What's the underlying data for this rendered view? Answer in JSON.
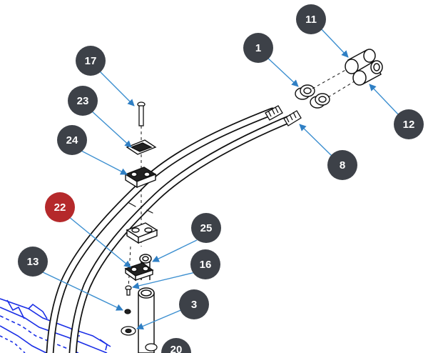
{
  "colors": {
    "callout_default": "#3d4148",
    "callout_highlight": "#b5292b",
    "leader": "#3c8fd0",
    "part_stroke": "#111111",
    "frame_blue": "#1a2ee6"
  },
  "callouts": [
    {
      "label": "17",
      "highlighted": false
    },
    {
      "label": "23",
      "highlighted": false
    },
    {
      "label": "24",
      "highlighted": false
    },
    {
      "label": "22",
      "highlighted": true
    },
    {
      "label": "13",
      "highlighted": false
    },
    {
      "label": "25",
      "highlighted": false
    },
    {
      "label": "16",
      "highlighted": false
    },
    {
      "label": "3",
      "highlighted": false
    },
    {
      "label": "20",
      "highlighted": false
    },
    {
      "label": "1",
      "highlighted": false
    },
    {
      "label": "11",
      "highlighted": false
    },
    {
      "label": "12",
      "highlighted": false
    },
    {
      "label": "8",
      "highlighted": false
    }
  ]
}
